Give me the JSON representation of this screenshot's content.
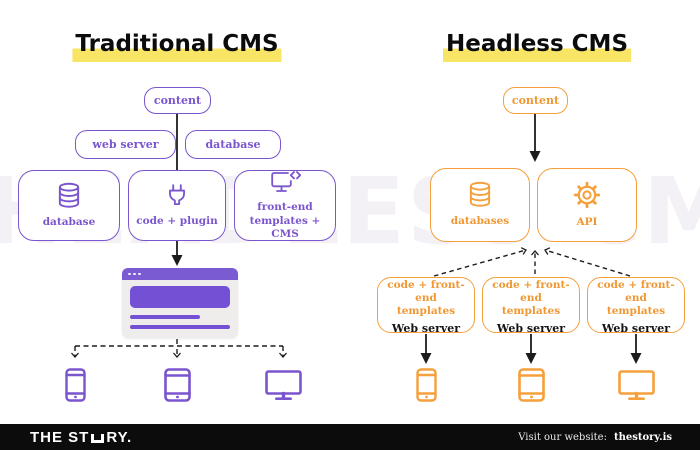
{
  "watermark": "HEADLESS CMS",
  "left": {
    "title": "Traditional CMS",
    "content": "content",
    "pills": [
      "web server",
      "database"
    ],
    "boxes": [
      {
        "label": "database",
        "icon": "database-icon"
      },
      {
        "label": "code + plugin",
        "icon": "plug-icon"
      },
      {
        "label_line1": "front-end",
        "label_line2": "templates + CMS",
        "icon": "monitor-code-icon"
      }
    ],
    "devices": [
      "smartphone",
      "tablet",
      "desktop-monitor"
    ]
  },
  "right": {
    "title": "Headless CMS",
    "content": "content",
    "boxes": [
      {
        "label": "databases",
        "icon": "database-icon"
      },
      {
        "label": "API",
        "icon": "gear-icon"
      }
    ],
    "servers": [
      {
        "top_line1": "code + front-end",
        "top_line2": "templates",
        "bottom": "Web server"
      },
      {
        "top_line1": "code + front-end",
        "top_line2": "templates",
        "bottom": "Web server"
      },
      {
        "top_line1": "code + front-end",
        "top_line2": "templates",
        "bottom": "Web server"
      }
    ],
    "devices": [
      "smartphone",
      "tablet",
      "desktop-monitor"
    ]
  },
  "footer": {
    "logo_prefix": "THE ST",
    "logo_suffix": "RY.",
    "visit_label": "Visit our website:",
    "site": "thestory.is"
  },
  "colors": {
    "purple": "#7a55cd",
    "orange": "#f5a03c",
    "highlight_yellow": "#f8e566"
  }
}
